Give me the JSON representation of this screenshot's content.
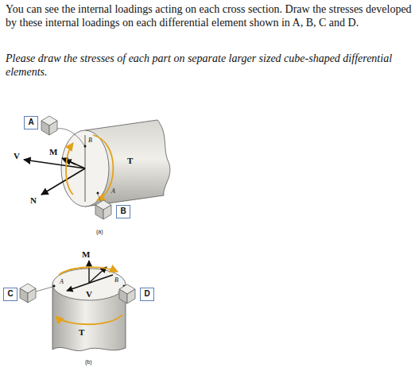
{
  "diagram": {
    "nodes": [
      {
        "text": [
          "A"
        ]
      },
      {
        "text": [
          "B"
        ]
      },
      {
        "text": [
          "C"
        ]
      },
      {
        "text": [
          "D"
        ]
      }
    ],
    "labels": [
      "You can see the internal loadings acting on each cross section. Draw the stresses developed by these internal loadings on each differential element shown in A, B, C and D.",
      "Please draw the stresses of each part on separate larger sized cube-shaped differential elements.",
      "V",
      "M",
      "T",
      "B",
      "N",
      "A",
      "(a)",
      "M",
      "A",
      "V",
      "B",
      "T",
      "(b)"
    ]
  }
}
